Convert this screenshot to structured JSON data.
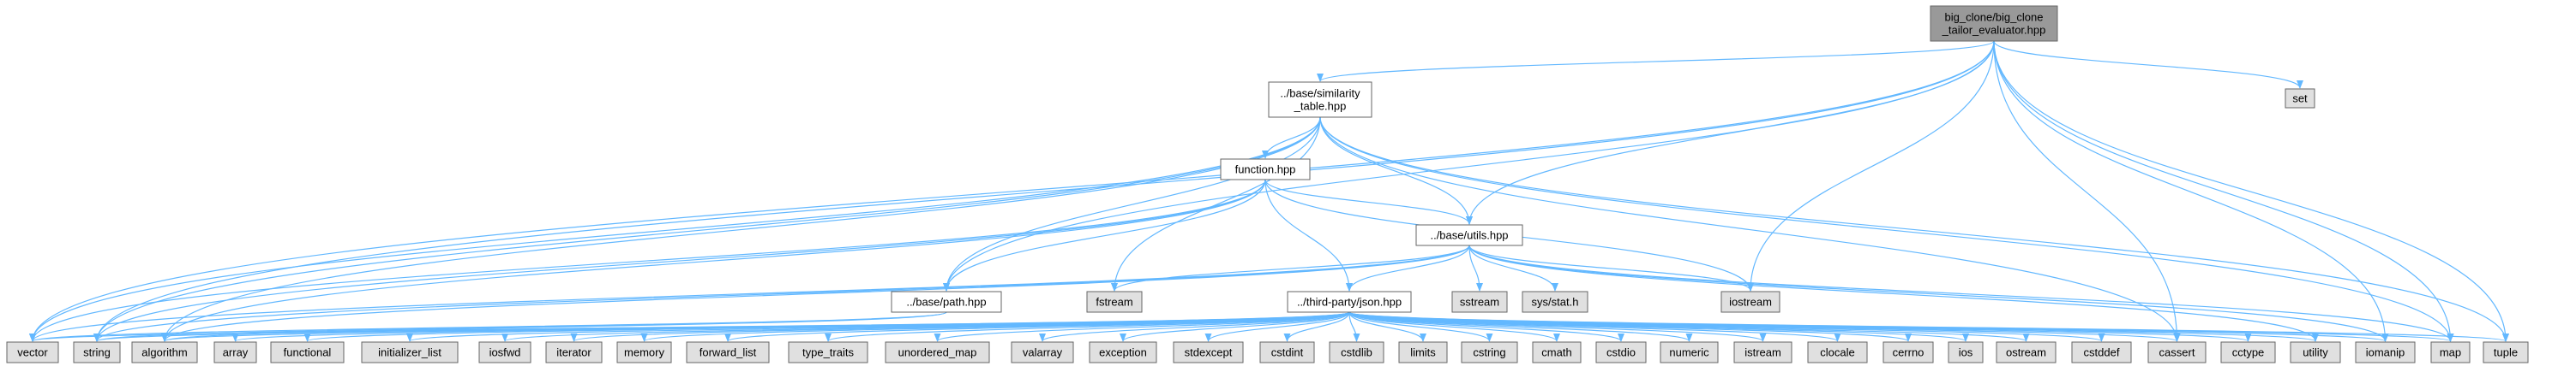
{
  "diagram": {
    "colors": {
      "edge": "#63b8ff",
      "root_fill": "#999999",
      "internal_fill": "#ffffff",
      "external_fill": "#e0e0e0",
      "border": "#666666"
    },
    "nodes": [
      {
        "id": "root",
        "lines": [
          "big_clone/big_clone",
          "_tailor_evaluator.hpp"
        ],
        "kind": "root"
      },
      {
        "id": "set",
        "lines": [
          "set"
        ],
        "kind": "external"
      },
      {
        "id": "similarity",
        "lines": [
          "../base/similarity",
          "_table.hpp"
        ],
        "kind": "internal"
      },
      {
        "id": "function",
        "lines": [
          "function.hpp"
        ],
        "kind": "internal"
      },
      {
        "id": "utils",
        "lines": [
          "../base/utils.hpp"
        ],
        "kind": "internal"
      },
      {
        "id": "fstream",
        "lines": [
          "fstream"
        ],
        "kind": "external"
      },
      {
        "id": "sstream",
        "lines": [
          "sstream"
        ],
        "kind": "external"
      },
      {
        "id": "sysstat",
        "lines": [
          "sys/stat.h"
        ],
        "kind": "external"
      },
      {
        "id": "iostream",
        "lines": [
          "iostream"
        ],
        "kind": "external"
      },
      {
        "id": "path",
        "lines": [
          "../base/path.hpp"
        ],
        "kind": "internal"
      },
      {
        "id": "json",
        "lines": [
          "../third-party/json.hpp"
        ],
        "kind": "internal"
      },
      {
        "id": "vector",
        "lines": [
          "vector"
        ],
        "kind": "external"
      },
      {
        "id": "string",
        "lines": [
          "string"
        ],
        "kind": "external"
      },
      {
        "id": "algorithm",
        "lines": [
          "algorithm"
        ],
        "kind": "external"
      },
      {
        "id": "array",
        "lines": [
          "array"
        ],
        "kind": "external"
      },
      {
        "id": "functional",
        "lines": [
          "functional"
        ],
        "kind": "external"
      },
      {
        "id": "initializer_list",
        "lines": [
          "initializer_list"
        ],
        "kind": "external"
      },
      {
        "id": "iosfwd",
        "lines": [
          "iosfwd"
        ],
        "kind": "external"
      },
      {
        "id": "iterator",
        "lines": [
          "iterator"
        ],
        "kind": "external"
      },
      {
        "id": "memory",
        "lines": [
          "memory"
        ],
        "kind": "external"
      },
      {
        "id": "forward_list",
        "lines": [
          "forward_list"
        ],
        "kind": "external"
      },
      {
        "id": "type_traits",
        "lines": [
          "type_traits"
        ],
        "kind": "external"
      },
      {
        "id": "unordered_map",
        "lines": [
          "unordered_map"
        ],
        "kind": "external"
      },
      {
        "id": "valarray",
        "lines": [
          "valarray"
        ],
        "kind": "external"
      },
      {
        "id": "exception",
        "lines": [
          "exception"
        ],
        "kind": "external"
      },
      {
        "id": "stdexcept",
        "lines": [
          "stdexcept"
        ],
        "kind": "external"
      },
      {
        "id": "cstdint",
        "lines": [
          "cstdint"
        ],
        "kind": "external"
      },
      {
        "id": "cstdlib",
        "lines": [
          "cstdlib"
        ],
        "kind": "external"
      },
      {
        "id": "limits",
        "lines": [
          "limits"
        ],
        "kind": "external"
      },
      {
        "id": "cstring",
        "lines": [
          "cstring"
        ],
        "kind": "external"
      },
      {
        "id": "cmath",
        "lines": [
          "cmath"
        ],
        "kind": "external"
      },
      {
        "id": "cstdio",
        "lines": [
          "cstdio"
        ],
        "kind": "external"
      },
      {
        "id": "numeric",
        "lines": [
          "numeric"
        ],
        "kind": "external"
      },
      {
        "id": "istream",
        "lines": [
          "istream"
        ],
        "kind": "external"
      },
      {
        "id": "clocale",
        "lines": [
          "clocale"
        ],
        "kind": "external"
      },
      {
        "id": "cerrno",
        "lines": [
          "cerrno"
        ],
        "kind": "external"
      },
      {
        "id": "ios",
        "lines": [
          "ios"
        ],
        "kind": "external"
      },
      {
        "id": "ostream",
        "lines": [
          "ostream"
        ],
        "kind": "external"
      },
      {
        "id": "cstddef",
        "lines": [
          "cstddef"
        ],
        "kind": "external"
      },
      {
        "id": "cassert",
        "lines": [
          "cassert"
        ],
        "kind": "external"
      },
      {
        "id": "cctype",
        "lines": [
          "cctype"
        ],
        "kind": "external"
      },
      {
        "id": "utility",
        "lines": [
          "utility"
        ],
        "kind": "external"
      },
      {
        "id": "iomanip",
        "lines": [
          "iomanip"
        ],
        "kind": "external"
      },
      {
        "id": "map",
        "lines": [
          "map"
        ],
        "kind": "external"
      },
      {
        "id": "tuple",
        "lines": [
          "tuple"
        ],
        "kind": "external"
      }
    ],
    "edges": [
      [
        "root",
        "set"
      ],
      [
        "root",
        "similarity"
      ],
      [
        "root",
        "utils"
      ],
      [
        "root",
        "path"
      ],
      [
        "root",
        "vector"
      ],
      [
        "root",
        "string"
      ],
      [
        "root",
        "iostream"
      ],
      [
        "root",
        "cassert"
      ],
      [
        "root",
        "iomanip"
      ],
      [
        "root",
        "map"
      ],
      [
        "root",
        "tuple"
      ],
      [
        "similarity",
        "function"
      ],
      [
        "similarity",
        "utils"
      ],
      [
        "similarity",
        "path"
      ],
      [
        "similarity",
        "fstream"
      ],
      [
        "similarity",
        "vector"
      ],
      [
        "similarity",
        "string"
      ],
      [
        "similarity",
        "algorithm"
      ],
      [
        "similarity",
        "cassert"
      ],
      [
        "similarity",
        "map"
      ],
      [
        "similarity",
        "tuple"
      ],
      [
        "function",
        "utils"
      ],
      [
        "function",
        "path"
      ],
      [
        "function",
        "json"
      ],
      [
        "function",
        "iostream"
      ],
      [
        "function",
        "string"
      ],
      [
        "function",
        "vector"
      ],
      [
        "function",
        "algorithm"
      ],
      [
        "utils",
        "fstream"
      ],
      [
        "utils",
        "sstream"
      ],
      [
        "utils",
        "sysstat"
      ],
      [
        "utils",
        "iostream"
      ],
      [
        "utils",
        "json"
      ],
      [
        "utils",
        "vector"
      ],
      [
        "utils",
        "string"
      ],
      [
        "utils",
        "algorithm"
      ],
      [
        "utils",
        "iomanip"
      ],
      [
        "utils",
        "map"
      ],
      [
        "utils",
        "utility"
      ],
      [
        "path",
        "vector"
      ],
      [
        "path",
        "string"
      ],
      [
        "path",
        "algorithm"
      ],
      [
        "json",
        "vector"
      ],
      [
        "json",
        "string"
      ],
      [
        "json",
        "algorithm"
      ],
      [
        "json",
        "array"
      ],
      [
        "json",
        "functional"
      ],
      [
        "json",
        "initializer_list"
      ],
      [
        "json",
        "iosfwd"
      ],
      [
        "json",
        "iterator"
      ],
      [
        "json",
        "memory"
      ],
      [
        "json",
        "forward_list"
      ],
      [
        "json",
        "type_traits"
      ],
      [
        "json",
        "unordered_map"
      ],
      [
        "json",
        "valarray"
      ],
      [
        "json",
        "exception"
      ],
      [
        "json",
        "stdexcept"
      ],
      [
        "json",
        "cstdint"
      ],
      [
        "json",
        "cstdlib"
      ],
      [
        "json",
        "limits"
      ],
      [
        "json",
        "cstring"
      ],
      [
        "json",
        "cmath"
      ],
      [
        "json",
        "cstdio"
      ],
      [
        "json",
        "numeric"
      ],
      [
        "json",
        "istream"
      ],
      [
        "json",
        "clocale"
      ],
      [
        "json",
        "cerrno"
      ],
      [
        "json",
        "ios"
      ],
      [
        "json",
        "ostream"
      ],
      [
        "json",
        "cstddef"
      ],
      [
        "json",
        "cassert"
      ],
      [
        "json",
        "cctype"
      ],
      [
        "json",
        "utility"
      ],
      [
        "json",
        "iomanip"
      ],
      [
        "json",
        "map"
      ],
      [
        "json",
        "tuple"
      ]
    ]
  }
}
